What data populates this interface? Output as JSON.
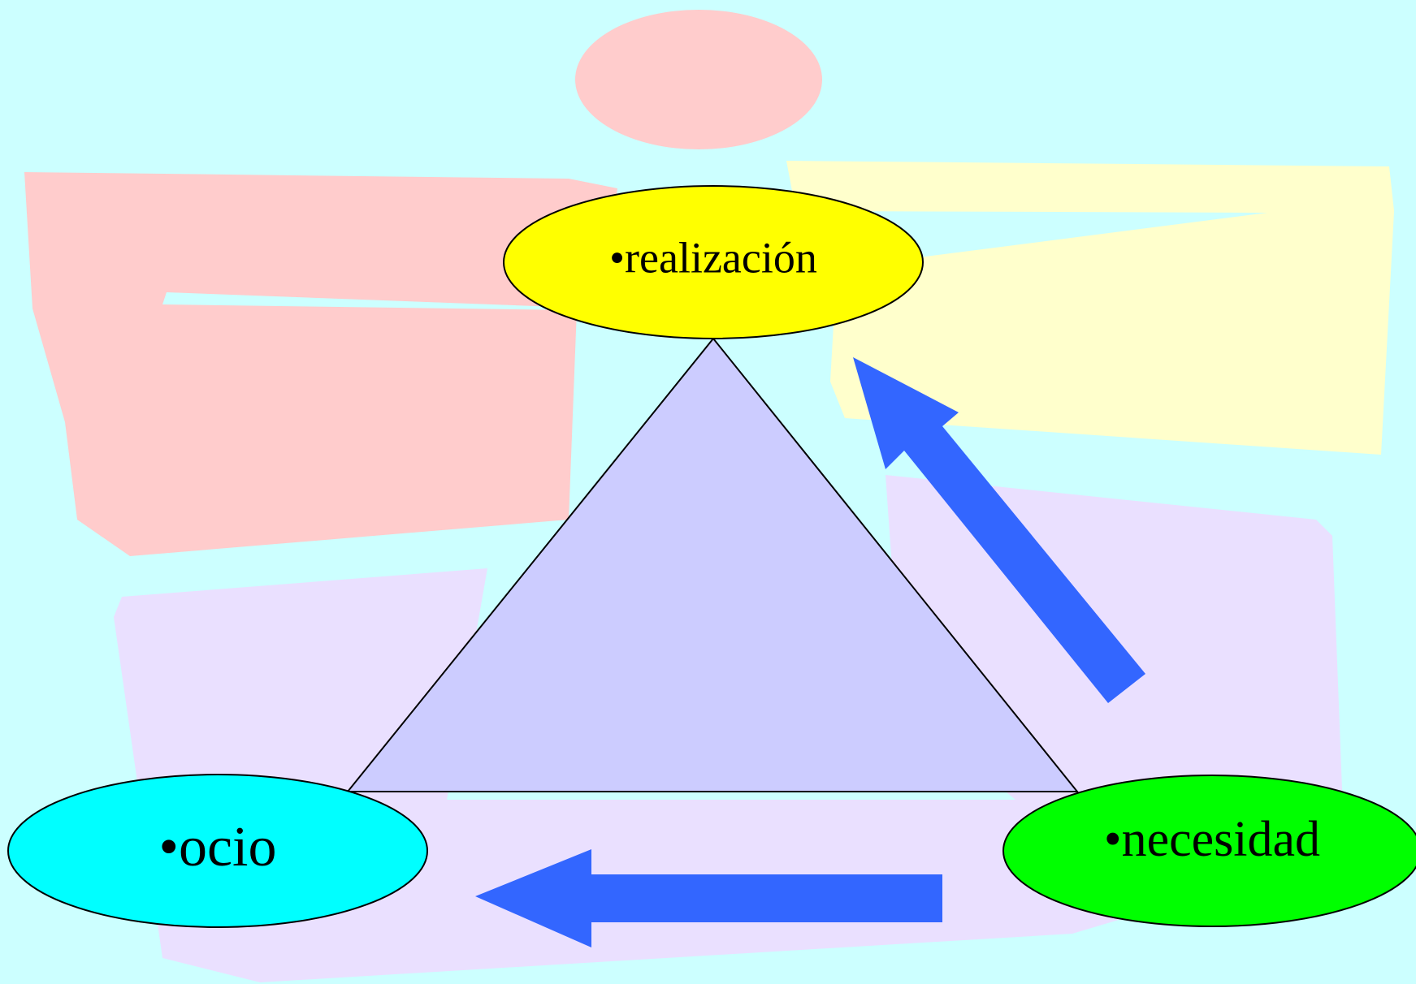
{
  "diagram": {
    "type": "triangle-cycle",
    "nodes": {
      "top": {
        "label": "•realización",
        "color": "#ffff00"
      },
      "left": {
        "label": "•ocio",
        "color": "#00ffff"
      },
      "right": {
        "label": "•necesidad",
        "color": "#00ff00"
      }
    },
    "triangle_color": "#ccccff",
    "arrows": [
      {
        "from": "right",
        "to": "top",
        "color": "#3366ff"
      },
      {
        "from": "right",
        "to": "left",
        "color": "#3366ff"
      }
    ]
  },
  "background": {
    "color": "#ccffff",
    "decor_colors": {
      "pink": "#ffcccc",
      "yellow": "#ffffcc",
      "lavender": "#eae0ff"
    }
  }
}
